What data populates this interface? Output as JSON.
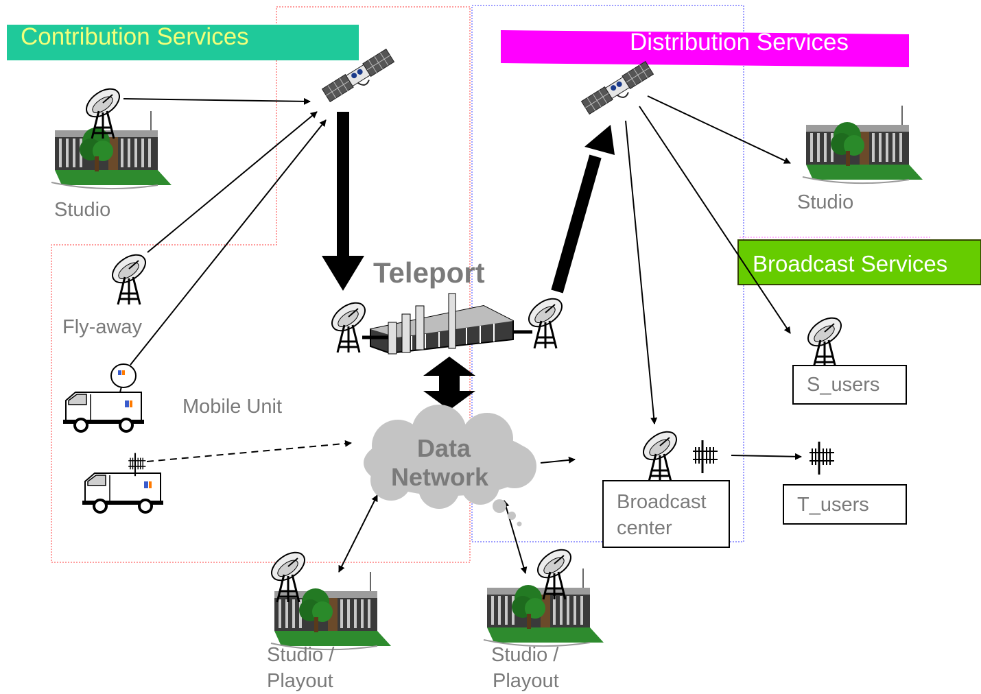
{
  "banners": {
    "contribution": "Contribution Services",
    "distribution": "Distribution Services",
    "broadcast": "Broadcast Services"
  },
  "labels": {
    "studio_left": "Studio",
    "studio_right": "Studio",
    "fly_away": "Fly-away",
    "mobile_unit": "Mobile Unit",
    "teleport": "Teleport",
    "data_network_line1": "Data",
    "data_network_line2": "Network",
    "broadcast_center_line1": "Broadcast",
    "broadcast_center_line2": "center",
    "s_users": "S_users",
    "t_users": "T_users",
    "studio_playout_a_line1": "Studio /",
    "studio_playout_a_line2": "Playout",
    "studio_playout_b_line1": "Studio /",
    "studio_playout_b_line2": "Playout"
  },
  "colors": {
    "contribution_bg": "#1fc99a",
    "contribution_text": "#f2ff7a",
    "distribution_bg": "#ff00ff",
    "distribution_text": "#ffffff",
    "broadcast_bg": "#66cc00",
    "broadcast_text": "#ffffff",
    "label_gray": "#7a7a7a",
    "contribution_border": "#ff3b3b",
    "distribution_border": "#3b3bff"
  }
}
